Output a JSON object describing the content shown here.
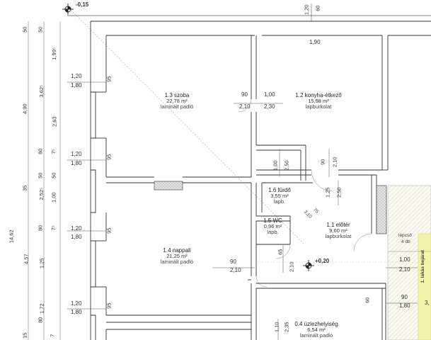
{
  "levels": {
    "top_left": "-0,15",
    "hall": "+0,20"
  },
  "rooms": [
    {
      "id": "1.3",
      "name": "1.3 szoba",
      "area": "22,78 m²",
      "floor": "laminált padló"
    },
    {
      "id": "1.2",
      "name": "1.2 konyha-étkező",
      "area": "15,98 m²",
      "floor": "lapburkolat"
    },
    {
      "id": "1.6",
      "name": "1.6 fürdő",
      "area": "3,55 m²",
      "floor": "lapb."
    },
    {
      "id": "1.1",
      "name": "1.1 előtér",
      "area": "9,60 m²",
      "floor": "lapburkolat"
    },
    {
      "id": "1.5",
      "name": "1.5 WC",
      "area": "0,96 m²",
      "floor": "lapb."
    },
    {
      "id": "1.4",
      "name": "1.4 nappali",
      "area": "21,25 m²",
      "floor": "laminált padló"
    },
    {
      "id": "0.4",
      "name": "0.4 üzlezhelyiség",
      "area": "6,54 m²",
      "floor": "laminált padló"
    }
  ],
  "labels": {
    "entrance": "1. lakás bejárat",
    "stair": "lépcső",
    "stair_count": "4 db"
  },
  "dims": {
    "top_120": "1,20",
    "top_60": "60",
    "d_190": "1,90",
    "w1_a": "1,20",
    "w1_b": "1,80",
    "w1_c": "95",
    "w2_a": "1,20",
    "w2_b": "1,80",
    "w2_c": "95",
    "w3_a": "1,20",
    "w3_b": "1,80",
    "w3_c": "95",
    "w4_a": "1,20",
    "w4_b": "1,80",
    "w4_c": "95",
    "d13_a": "90",
    "d13_b": "2,10",
    "d12_a": "1,00",
    "d12_b": "2,30",
    "b_100": "1,00",
    "b_250": "2,50",
    "c_90": "90",
    "c_210": "2,10",
    "f_125": "1,25",
    "f_250": "2,50",
    "diag_75": "75",
    "diag_210": "2,10",
    "wc_65": "65",
    "wc_210": "2,10",
    "n_90": "90",
    "n_210": "2,10",
    "e_100": "1,00",
    "e_210": "2,10",
    "s_90": "90",
    "s_180": "1,80",
    "s_60": "60",
    "u_110": "1,10",
    "u_235": "2,35",
    "r_3": "3,"
  },
  "left_dims": {
    "a": [
      "50",
      "50"
    ],
    "b": "1,99⁵",
    "c": [
      "4,90",
      "3,62⁵"
    ],
    "d": "2,63",
    "e": [
      "80",
      "7⁵"
    ],
    "f": [
      "50",
      "50"
    ],
    "g": [
      "35",
      "2,52⁵"
    ],
    "h": "1,00",
    "i": [
      "80",
      "7⁵"
    ],
    "j": [
      "14,62",
      "4,57"
    ],
    "k": "1,25",
    "l": "1,72",
    "m": [
      "80",
      "7⁵"
    ],
    "n": "15",
    "o": "7"
  }
}
